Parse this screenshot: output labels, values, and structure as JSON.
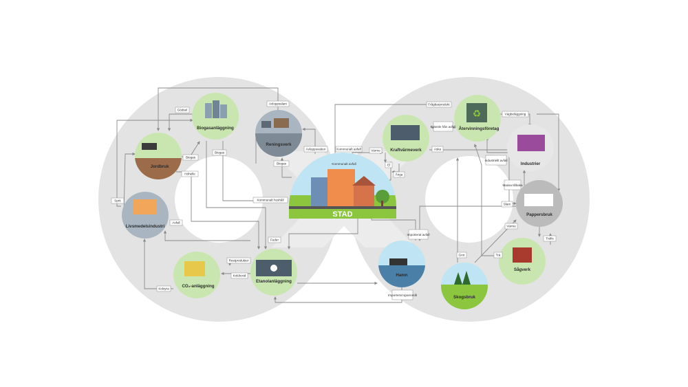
{
  "nodes": {
    "stad": {
      "label": "STAD",
      "sub": "Kommunalt avfall"
    },
    "biogas": {
      "label": "Biogasanläggning"
    },
    "rening": {
      "label": "Reningsverk"
    },
    "jordbruk": {
      "label": "Jordbruk"
    },
    "livsmedel": {
      "label": "Livsmedelsindustri"
    },
    "co2": {
      "label": "CO₂-anläggning"
    },
    "etanol": {
      "label": "Etanolanläggning"
    },
    "hamn": {
      "label": "Hamn"
    },
    "kraft": {
      "label": "Kraftvärmeverk"
    },
    "atervinning": {
      "label": "Återvinningsföretag"
    },
    "industrier": {
      "label": "Industrier"
    },
    "pappersbruk": {
      "label": "Pappersbruk"
    },
    "sagverk": {
      "label": "Sågverk"
    },
    "skogsbruk": {
      "label": "Skogsbruk"
    }
  },
  "edge_labels": {
    "godsel": "Gödsel",
    "avloppsslam": "Avloppsslam",
    "biogas": "Biogas",
    "biogas2": "Biogas",
    "biogas3": "Biogas",
    "hoholle": "Höhelle",
    "kommunalt_hushall": "Kommunalt hushåll",
    "avloppsvatten": "Avloppsvatten",
    "kommunalt_avfall": "Kommunalt avfall",
    "varme": "Värme",
    "el": "El",
    "anga": "Ånga",
    "fragbarprodukt": "Frågbarprodukt",
    "braensle_fran_avfall": "Bränsle från avfall",
    "vagbelaggning": "Vägbeläggning",
    "industriellt_avfall": "Industriellt avfall",
    "aska": "Aska",
    "massa_tillbaka": "Massa tillbaka",
    "slam": "Slam",
    "varme2": "Värme",
    "trafis": "Träfis",
    "tra": "Trä",
    "grot": "Grot",
    "importerat_avfall": "Importerat avfall",
    "importerat_spannmal": "Importerat spannmål",
    "avfall": "Avfall",
    "restprodukter": "Restprodukter",
    "foder": "Foder",
    "koldioxid": "Koldioxid",
    "kolsyra": "Kolsyra",
    "spirit": "Sprit"
  },
  "colors": {
    "loop": "#e3e3e3",
    "arrow": "#8a8a8a",
    "biogas_ring": "#c9e6b0",
    "city_sky": "#bfe4f3",
    "grass": "#8cc63f"
  }
}
